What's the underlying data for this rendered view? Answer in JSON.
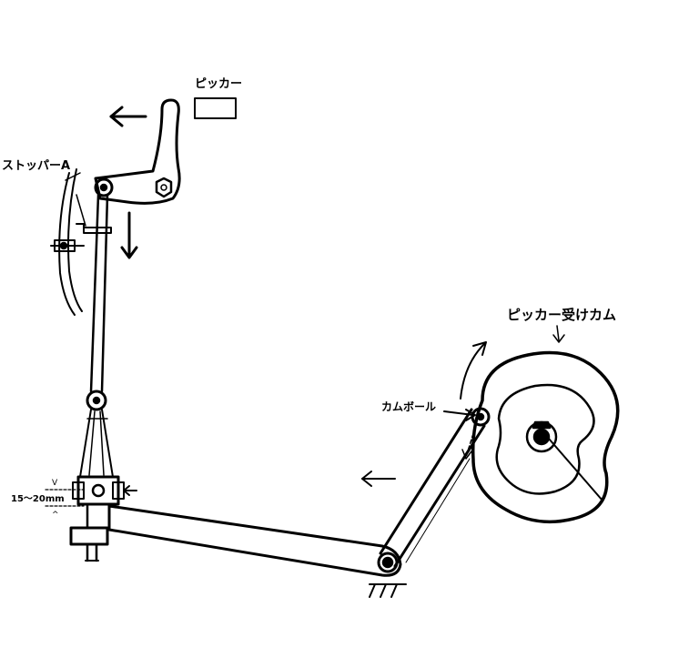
{
  "labels": {
    "picker": "ピッカー",
    "stopper_a": "ストッパーA",
    "picker_cam": "ピッカー受けカム",
    "cam_ball": "カムボール",
    "gap": "15～20mm",
    "gap_v": "V",
    "gap_caret": "^"
  },
  "colors": {
    "line": "#000000",
    "background": "#ffffff"
  }
}
